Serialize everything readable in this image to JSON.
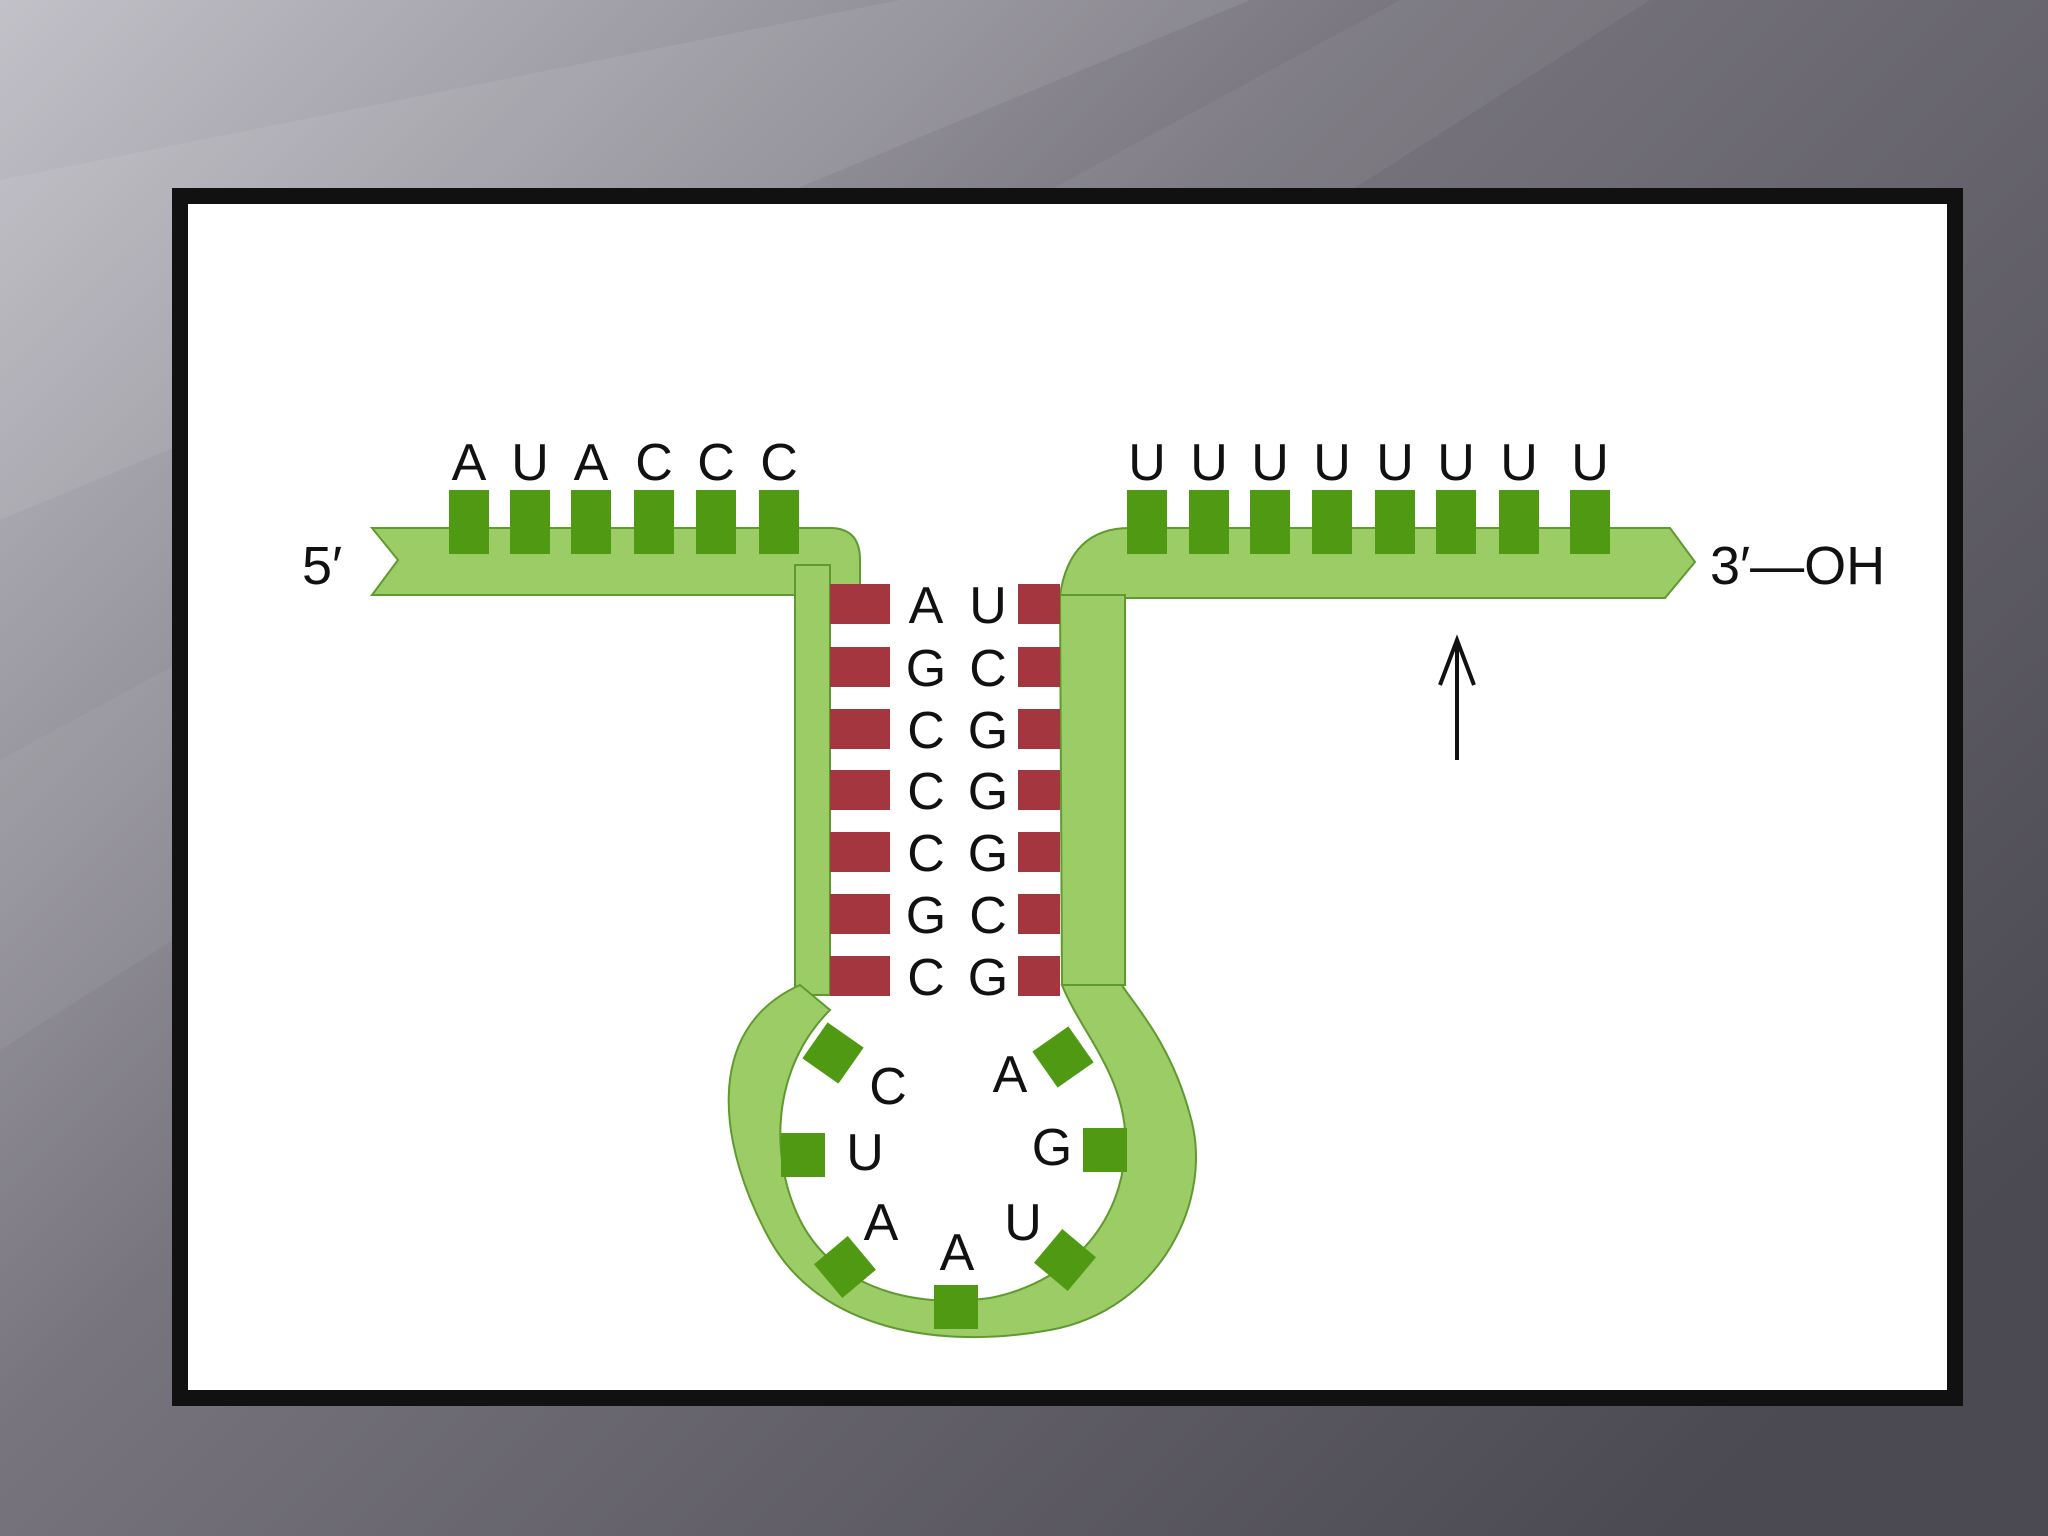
{
  "slide": {
    "background_colors": [
      "#b7b6bd",
      "#6f6c75",
      "#4d4b53"
    ],
    "frame_color": "#111111",
    "panel_color": "#ffffff"
  },
  "colors": {
    "backbone": "#9ccc66",
    "backbone_edge": "#5f9a2e",
    "unpaired_base": "#4f9a12",
    "paired_base": "#a3363e",
    "text": "#111111"
  },
  "strand": {
    "five_prime_label": "5′",
    "three_prime_label": "3′—OH"
  },
  "leader_bases": [
    "A",
    "U",
    "A",
    "C",
    "C",
    "C"
  ],
  "trailer_bases": [
    "U",
    "U",
    "U",
    "U",
    "U",
    "U",
    "U",
    "U"
  ],
  "stem_pairs": [
    {
      "left": "A",
      "right": "U"
    },
    {
      "left": "G",
      "right": "C"
    },
    {
      "left": "C",
      "right": "G"
    },
    {
      "left": "C",
      "right": "G"
    },
    {
      "left": "C",
      "right": "G"
    },
    {
      "left": "G",
      "right": "C"
    },
    {
      "left": "C",
      "right": "G"
    }
  ],
  "loop_bases": [
    "C",
    "U",
    "A",
    "A",
    "U",
    "G",
    "A"
  ],
  "annotations": [
    {
      "type": "arrow",
      "direction": "up",
      "icon": "up-arrow-icon"
    }
  ]
}
